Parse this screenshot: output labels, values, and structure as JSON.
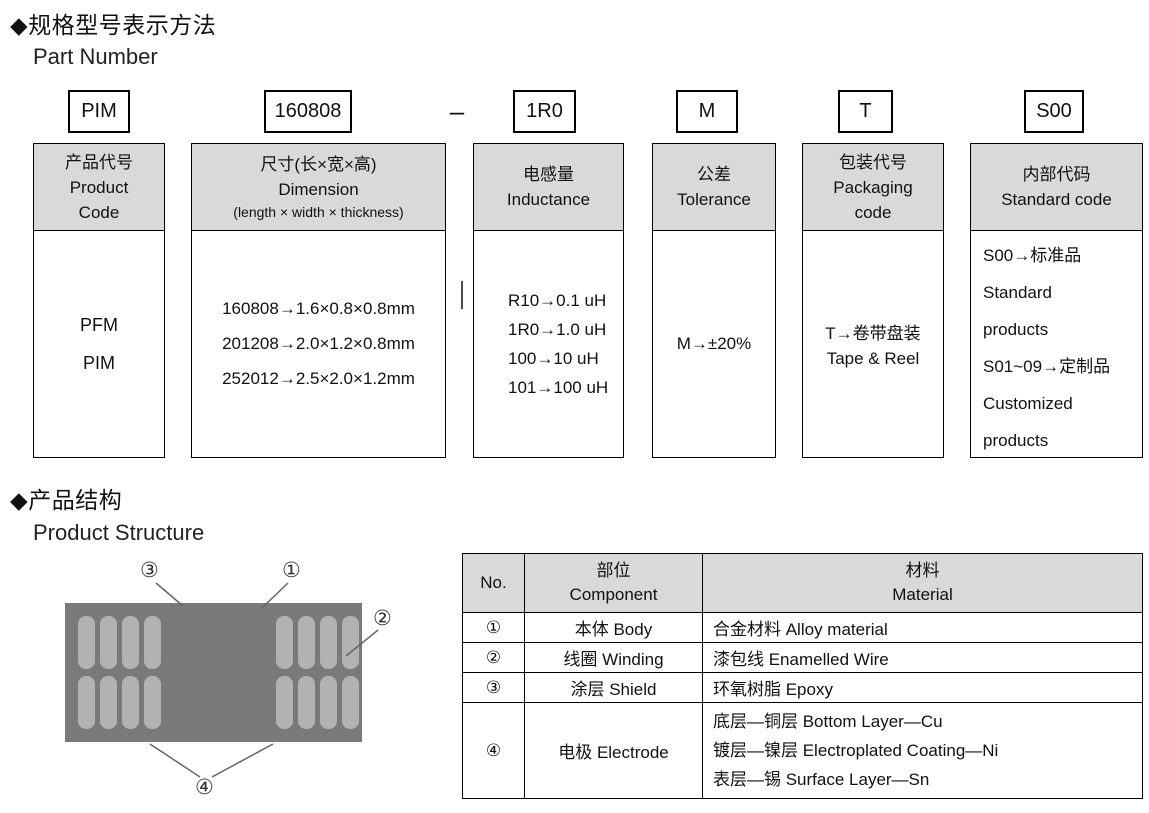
{
  "sections": {
    "part_number": {
      "title_cn": "◆规格型号表示方法",
      "title_en": "Part Number"
    },
    "structure": {
      "title_cn": "◆产品结构",
      "title_en": "Product Structure"
    }
  },
  "part_number": {
    "separator": "–",
    "segments": [
      "PIM",
      "160808",
      "1R0",
      "M",
      "T",
      "S00"
    ],
    "columns": [
      {
        "header": [
          "产品代号",
          "Product",
          "Code"
        ],
        "body": [
          "PFM",
          "PIM"
        ]
      },
      {
        "header": [
          "尺寸(长×宽×高)",
          "Dimension",
          "(length × width × thickness)"
        ],
        "body": [
          "160808→1.6×0.8×0.8mm",
          "201208→2.0×1.2×0.8mm",
          "252012→2.5×2.0×1.2mm"
        ]
      },
      {
        "header": [
          "电感量",
          "Inductance"
        ],
        "body": [
          "R10→0.1 uH",
          "1R0→1.0 uH",
          "100→10 uH",
          "101→100 uH"
        ]
      },
      {
        "header": [
          "公差",
          "Tolerance"
        ],
        "body": [
          "M→±20%"
        ]
      },
      {
        "header": [
          "包装代号",
          "Packaging",
          "code"
        ],
        "body": [
          "T→卷带盘装",
          "Tape & Reel"
        ]
      },
      {
        "header": [
          "内部代码",
          "Standard code"
        ],
        "body": [
          "S00→标准品",
          "Standard",
          "products",
          "S01~09→定制品",
          "Customized",
          "products"
        ]
      }
    ]
  },
  "structure": {
    "callouts": {
      "c1": "①",
      "c2": "②",
      "c3": "③",
      "c4": "④"
    },
    "table": {
      "header": {
        "no": "No.",
        "component_cn": "部位",
        "component_en": "Component",
        "material_cn": "材料",
        "material_en": "Material"
      },
      "rows": [
        {
          "no": "①",
          "component": "本体 Body",
          "material": [
            "合金材料 Alloy material"
          ]
        },
        {
          "no": "②",
          "component": "线圈 Winding",
          "material": [
            "漆包线 Enamelled Wire"
          ]
        },
        {
          "no": "③",
          "component": "涂层 Shield",
          "material": [
            "环氧树脂 Epoxy"
          ]
        },
        {
          "no": "④",
          "component": "电极 Electrode",
          "material": [
            "底层—铜层  Bottom Layer—Cu",
            "镀层—镍层 Electroplated Coating—Ni",
            "表层—锡 Surface Layer—Sn"
          ]
        }
      ]
    }
  }
}
